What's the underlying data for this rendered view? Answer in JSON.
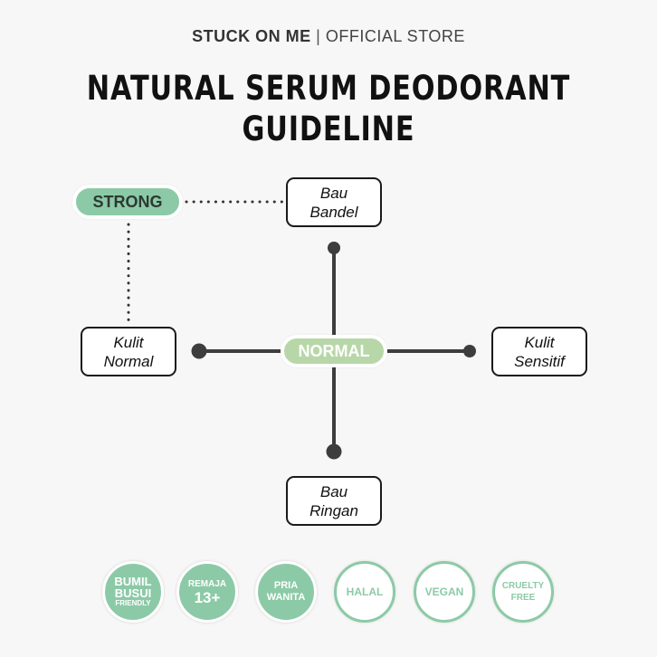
{
  "header": {
    "brand_name": "STUCK ON ME",
    "separator": "|",
    "brand_suffix": "OFFICIAL STORE",
    "title_line1": "NATURAL SERUM DEODORANT",
    "title_line2": "GUIDELINE"
  },
  "diagram": {
    "center_label": "NORMAL",
    "strong_label": "STRONG",
    "top_box": [
      "Bau",
      "Bandel"
    ],
    "bottom_box": [
      "Bau",
      "Ringan"
    ],
    "left_box": [
      "Kulit",
      "Normal"
    ],
    "right_box": [
      "Kulit",
      "Sensitif"
    ]
  },
  "badges": [
    {
      "lines": [
        "BUMIL",
        "BUSUI",
        "FRIENDLY"
      ],
      "style": "filled"
    },
    {
      "lines": [
        "REMAJA",
        "13+"
      ],
      "style": "filled"
    },
    {
      "lines": [
        "PRIA",
        "WANITA"
      ],
      "style": "filled"
    },
    {
      "lines": [
        "HALAL"
      ],
      "style": "outline"
    },
    {
      "lines": [
        "VEGAN"
      ],
      "style": "outline"
    },
    {
      "lines": [
        "CRUELTY",
        "FREE"
      ],
      "style": "outline"
    }
  ],
  "colors": {
    "strong_green": "#8ccaa7",
    "normal_green": "#b8d7a9",
    "line_dark": "#3d3d3d",
    "background": "#f7f7f7"
  }
}
